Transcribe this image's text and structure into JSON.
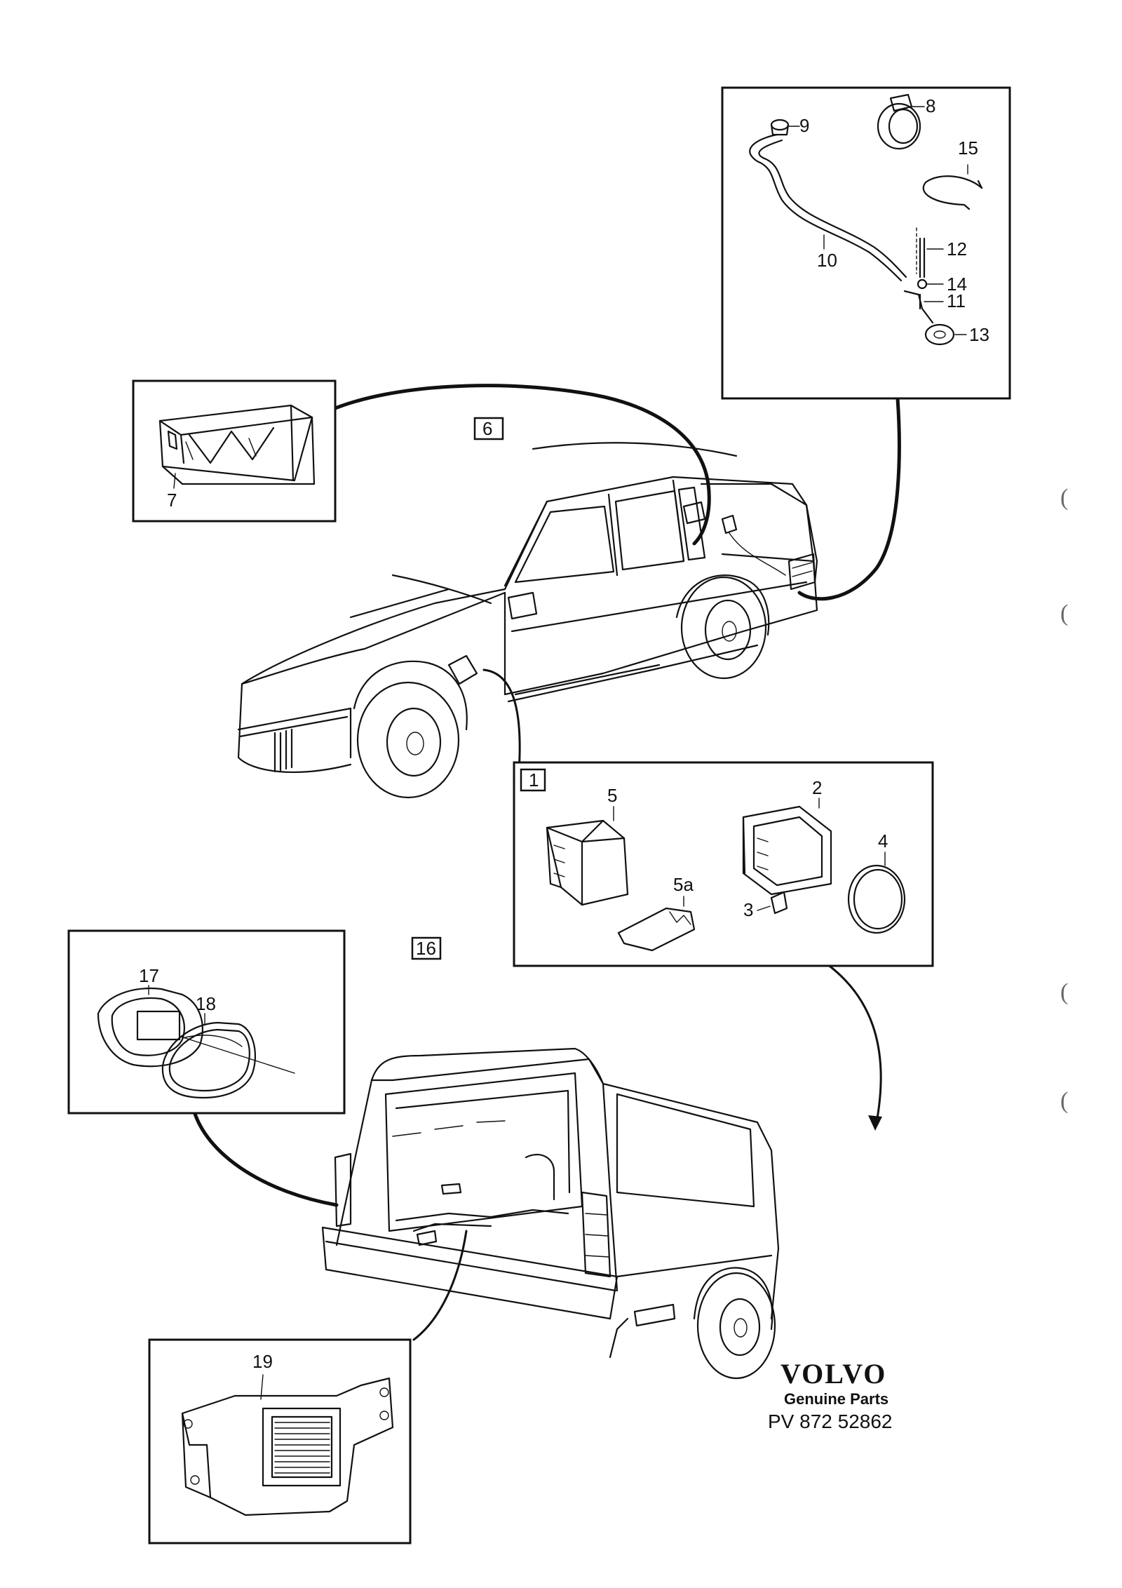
{
  "group_boxes": {
    "b1": "1",
    "b6": "6",
    "b16": "16"
  },
  "callouts": {
    "c2": "2",
    "c3": "3",
    "c4": "4",
    "c5": "5",
    "c5a": "5a",
    "c7": "7",
    "c8": "8",
    "c9": "9",
    "c10": "10",
    "c11": "11",
    "c12": "12",
    "c13": "13",
    "c14": "14",
    "c15": "15",
    "c17": "17",
    "c18": "18",
    "c19": "19"
  },
  "footer": {
    "brand": "VOLVO",
    "subtitle": "Genuine Parts",
    "reference": "PV 872 52862"
  },
  "margin_marks": [
    "(",
    "(",
    "(",
    "("
  ],
  "icons": {
    "car": "sedan-line-drawing",
    "wagon": "station-wagon-line-drawing"
  }
}
